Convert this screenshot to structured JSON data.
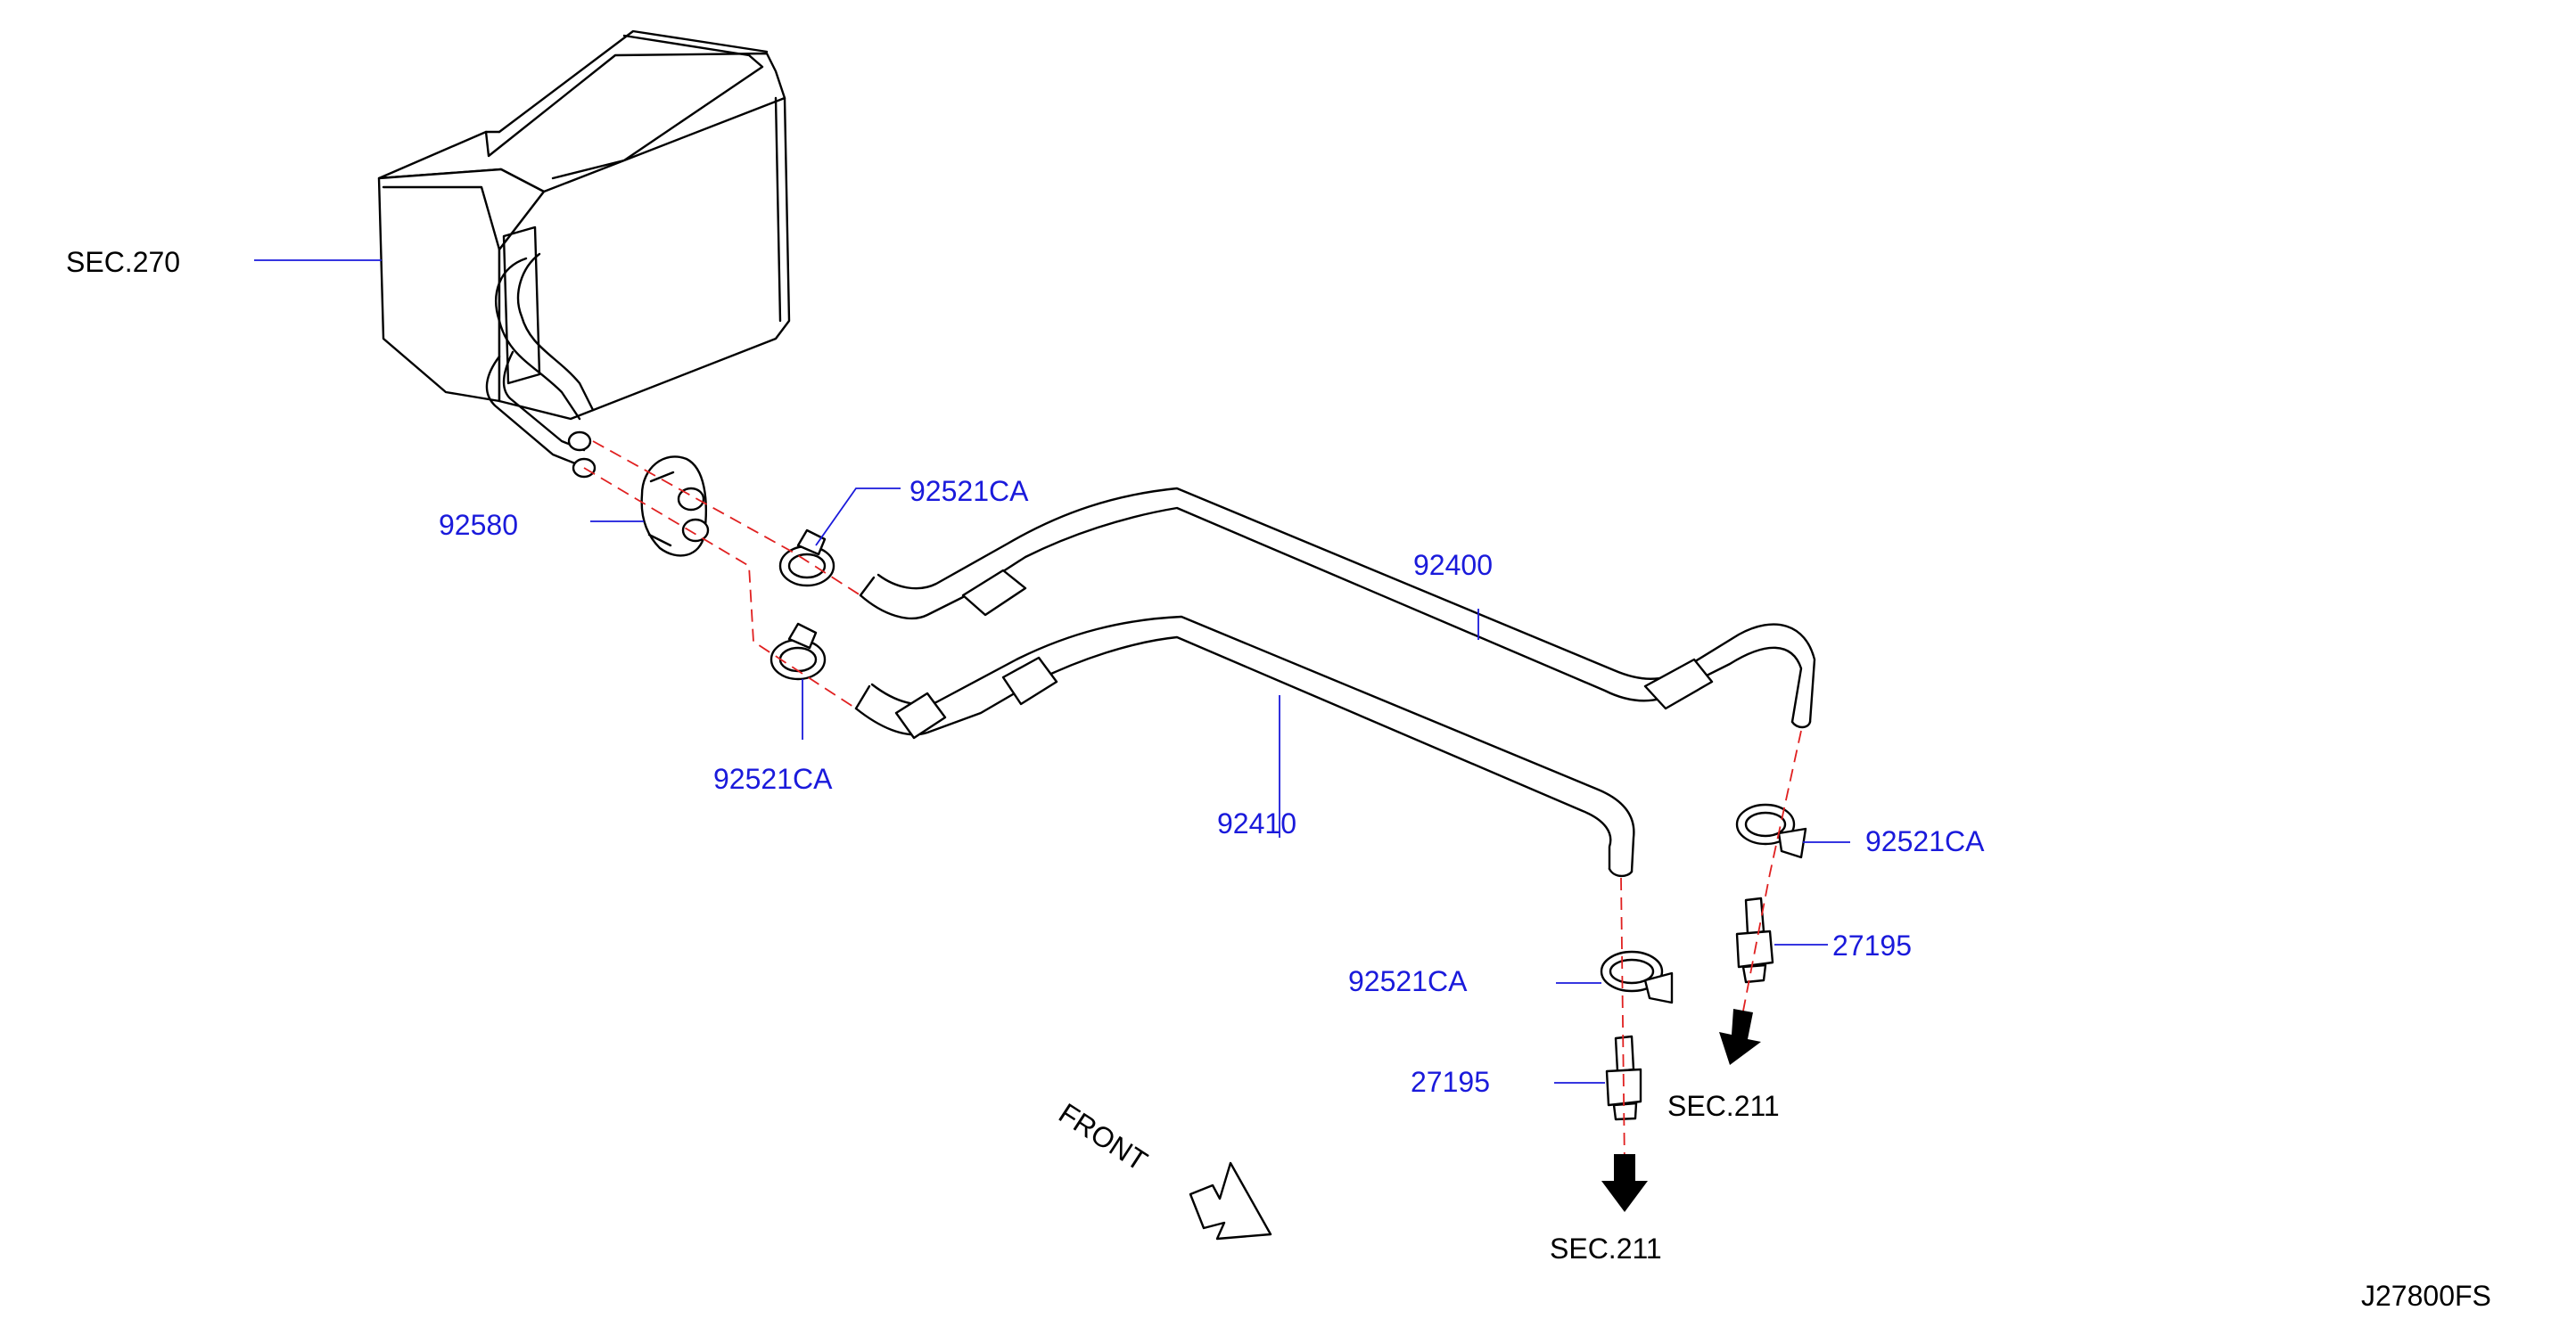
{
  "colors": {
    "part_label": "#1a1adb",
    "section_label": "#000000",
    "centerline": "#e02020",
    "drawing": "#000000",
    "background": "#ffffff"
  },
  "labels": {
    "sec270": "SEC.270",
    "p92580": "92580",
    "clamp_top": "92521CA",
    "clamp_left_lower": "92521CA",
    "hose_92400": "92400",
    "hose_92410": "92410",
    "clamp_right": "92521CA",
    "clamp_center": "92521CA",
    "conn_right": "27195",
    "conn_center": "27195",
    "sec211_right": "SEC.211",
    "sec211_center": "SEC.211",
    "front": "FRONT",
    "diagram_code": "J27800FS"
  }
}
